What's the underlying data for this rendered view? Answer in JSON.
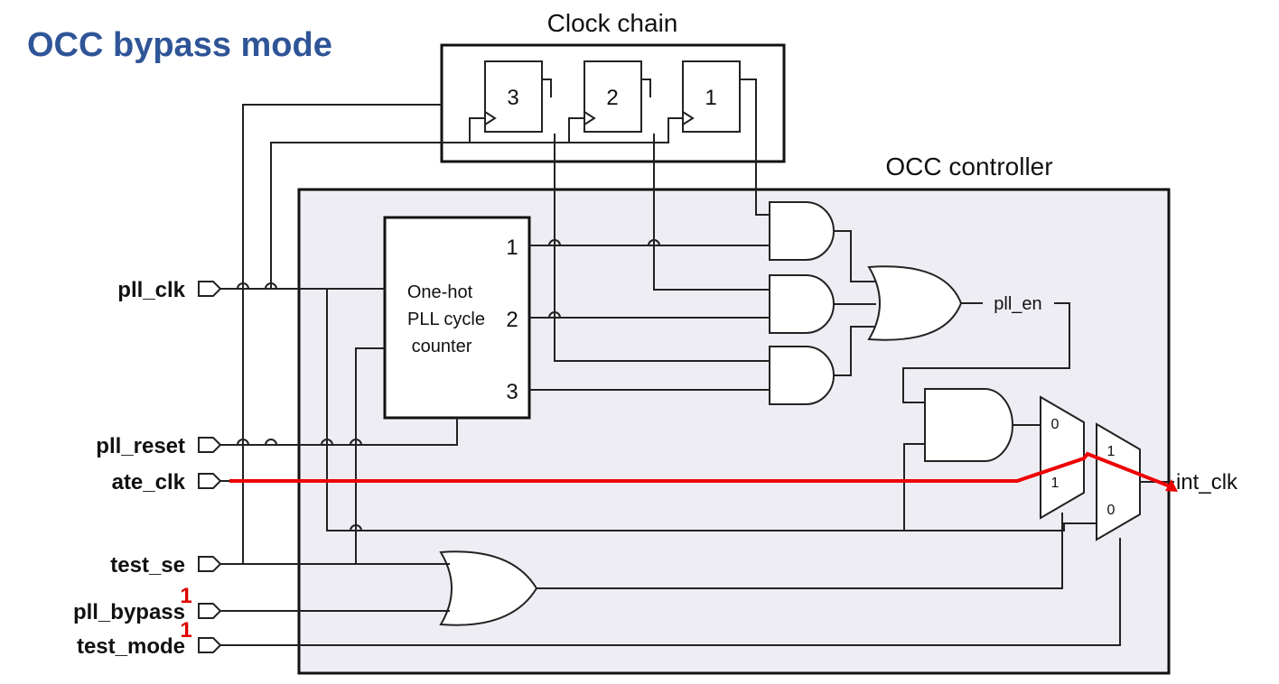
{
  "title": "OCC bypass mode",
  "clock_chain": {
    "title": "Clock chain",
    "flops": [
      "3",
      "2",
      "1"
    ]
  },
  "occ_controller": {
    "title": "OCC controller",
    "counter": {
      "line1": "One-hot",
      "line2": "PLL cycle",
      "line3": "counter",
      "outputs": [
        "1",
        "2",
        "3"
      ]
    },
    "pll_en_label": "pll_en",
    "mux1_inputs": [
      "0",
      "1"
    ],
    "mux2_inputs": [
      "1",
      "0"
    ],
    "output_label": "int_clk"
  },
  "inputs": {
    "pll_clk": "pll_clk",
    "pll_reset": "pll_reset",
    "ate_clk": "ate_clk",
    "test_se": "test_se",
    "pll_bypass": "pll_bypass",
    "test_mode": "test_mode"
  },
  "annotations": {
    "pll_bypass_value": "1",
    "test_mode_value": "1",
    "highlight_color": "#ee0000"
  }
}
